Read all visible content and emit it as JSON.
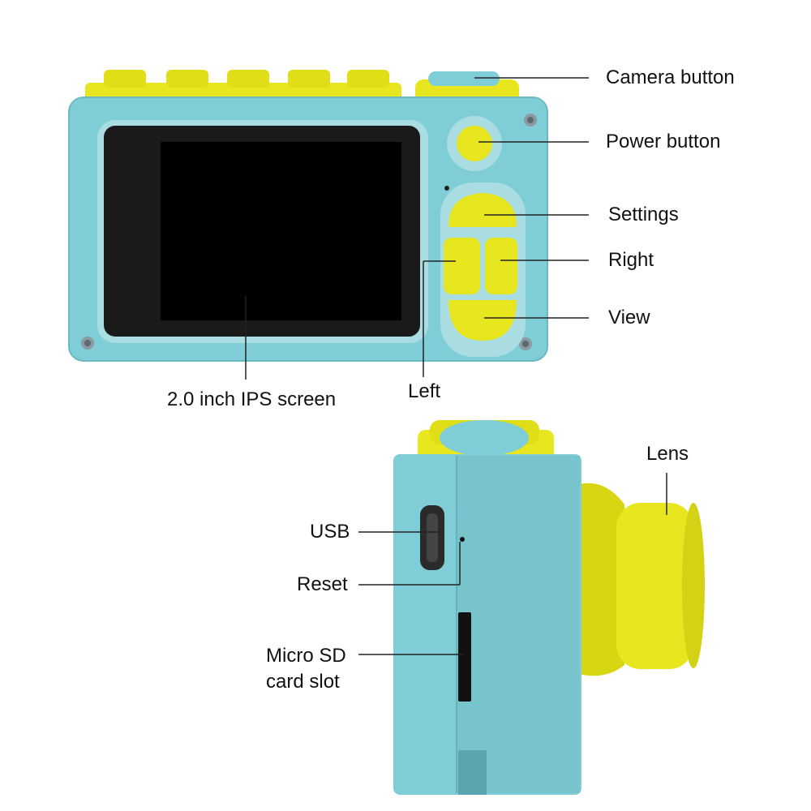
{
  "colors": {
    "body_blue": "#7fcdd6",
    "body_blue_dark": "#5eb3bd",
    "accent_yellow": "#e8e61e",
    "accent_yellow_dark": "#c7c40f",
    "screen_black": "#050505",
    "leader_line": "#222222"
  },
  "front_view": {
    "labels": {
      "camera_button": "Camera button",
      "power_button": "Power button",
      "settings": "Settings",
      "right": "Right",
      "view": "View",
      "left": "Left",
      "screen": "2.0 inch IPS screen"
    }
  },
  "side_view": {
    "labels": {
      "lens": "Lens",
      "usb": "USB",
      "reset": "Reset",
      "micro_sd_line1": "Micro SD",
      "micro_sd_line2": "card slot"
    }
  }
}
